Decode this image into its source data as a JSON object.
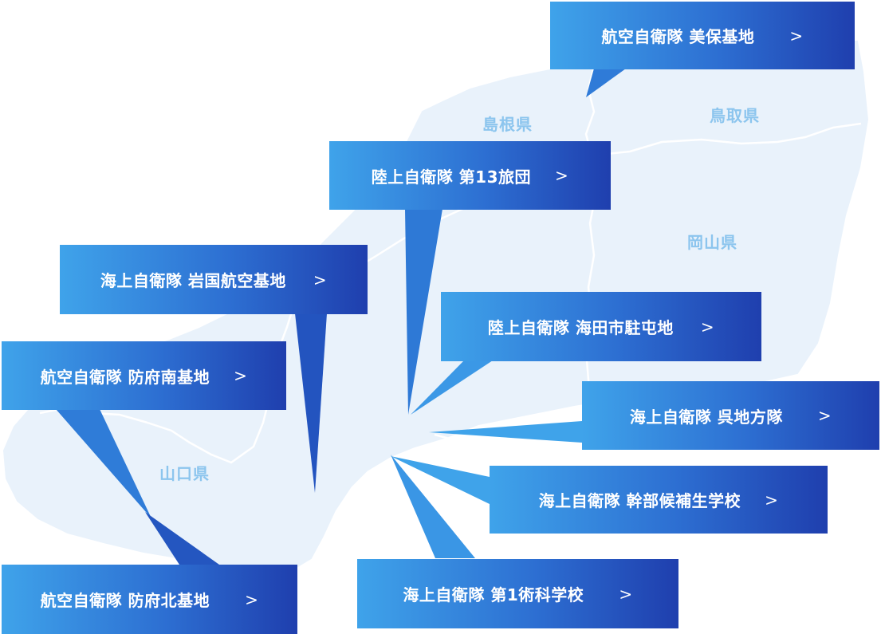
{
  "colors": {
    "land": "#e9f2fb",
    "border": "#ffffff",
    "label": "#8cc5ee",
    "callout_light": "#3fa3ea",
    "callout_dark": "#1f3fae"
  },
  "prefectures": [
    {
      "id": "shimane",
      "label": "島根県"
    },
    {
      "id": "tottori",
      "label": "鳥取県"
    },
    {
      "id": "okayama",
      "label": "岡山県"
    },
    {
      "id": "yamaguchi",
      "label": "山口県"
    }
  ],
  "bases": [
    {
      "id": "miho",
      "label": "航空自衛隊 美保基地",
      "chevron": ">",
      "icon": "chevron-right-icon"
    },
    {
      "id": "13th-brigade",
      "label": "陸上自衛隊 第13旅団",
      "chevron": ">",
      "icon": "chevron-right-icon"
    },
    {
      "id": "iwakuni",
      "label": "海上自衛隊 岩国航空基地",
      "chevron": ">",
      "icon": "chevron-right-icon"
    },
    {
      "id": "kaita",
      "label": "陸上自衛隊 海田市駐屯地",
      "chevron": ">",
      "icon": "chevron-right-icon"
    },
    {
      "id": "hofu-minami",
      "label": "航空自衛隊 防府南基地",
      "chevron": ">",
      "icon": "chevron-right-icon"
    },
    {
      "id": "kure",
      "label": "海上自衛隊 呉地方隊",
      "chevron": ">",
      "icon": "chevron-right-icon"
    },
    {
      "id": "officer-school",
      "label": "海上自衛隊 幹部候補生学校",
      "chevron": ">",
      "icon": "chevron-right-icon"
    },
    {
      "id": "first-tech-school",
      "label": "海上自衛隊 第1術科学校",
      "chevron": ">",
      "icon": "chevron-right-icon"
    },
    {
      "id": "hofu-kita",
      "label": "航空自衛隊 防府北基地",
      "chevron": ">",
      "icon": "chevron-right-icon"
    }
  ]
}
